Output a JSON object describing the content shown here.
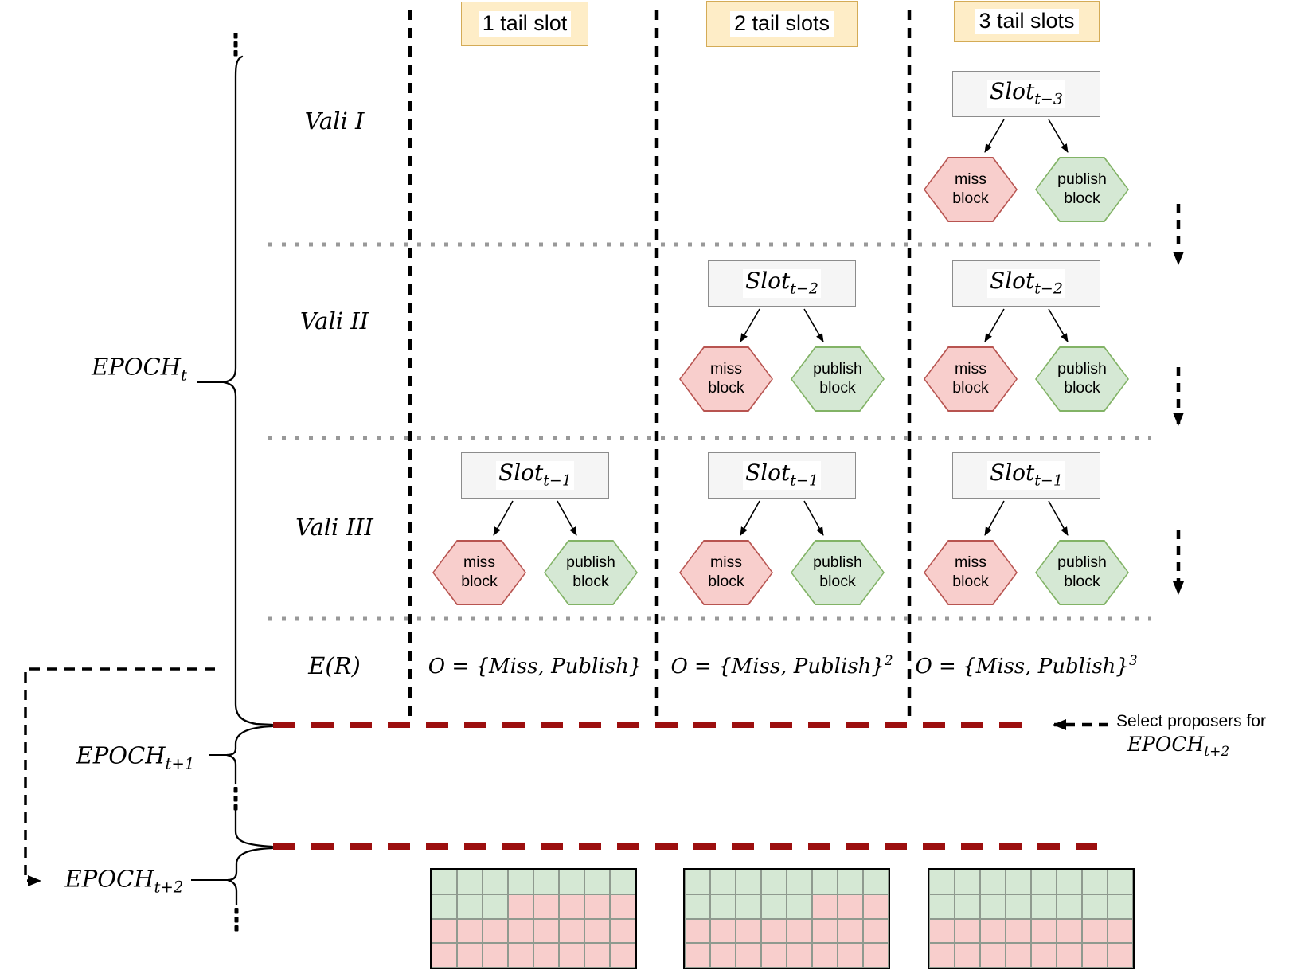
{
  "headers": [
    {
      "label": "1 tail slot"
    },
    {
      "label": "2 tail slots"
    },
    {
      "label": "3 tail slots"
    }
  ],
  "row_labels": [
    "Vali I",
    "Vali II",
    "Vali III",
    "E(R)"
  ],
  "epoch_labels": {
    "t": {
      "base": "EPOCH",
      "sub": "t"
    },
    "t1": {
      "base": "EPOCH",
      "sub": "t+1"
    },
    "t2": {
      "base": "EPOCH",
      "sub": "t+2"
    }
  },
  "slot_groups": [
    {
      "column": "3 tail slots",
      "row": "Vali I",
      "slot_base": "Slot",
      "slot_sub": "t−3",
      "miss_label": "miss block",
      "publish_label": "publish block"
    },
    {
      "column": "2 tail slots",
      "row": "Vali II",
      "slot_base": "Slot",
      "slot_sub": "t−2",
      "miss_label": "miss block",
      "publish_label": "publish block"
    },
    {
      "column": "3 tail slots",
      "row": "Vali II",
      "slot_base": "Slot",
      "slot_sub": "t−2",
      "miss_label": "miss block",
      "publish_label": "publish block"
    },
    {
      "column": "1 tail slot",
      "row": "Vali III",
      "slot_base": "Slot",
      "slot_sub": "t−1",
      "miss_label": "miss block",
      "publish_label": "publish block"
    },
    {
      "column": "2 tail slots",
      "row": "Vali III",
      "slot_base": "Slot",
      "slot_sub": "t−1",
      "miss_label": "miss block",
      "publish_label": "publish block"
    },
    {
      "column": "3 tail slots",
      "row": "Vali III",
      "slot_base": "Slot",
      "slot_sub": "t−1",
      "miss_label": "miss block",
      "publish_label": "publish block"
    }
  ],
  "outcome_formulas": [
    {
      "body": "O = {Miss, Publish}",
      "sup": ""
    },
    {
      "body": "O = {Miss, Publish}",
      "sup": "2"
    },
    {
      "body": "O = {Miss, Publish}",
      "sup": "3"
    }
  ],
  "annotations": {
    "select_line1": "Select proposers for",
    "select_epoch_base": "EPOCH",
    "select_epoch_sub": "t+2"
  },
  "grids": [
    {
      "cells": [
        "GGGGGGGG",
        "GGGPPPPP",
        "PPPPPPPP",
        "PPPPPPPP"
      ]
    },
    {
      "cells": [
        "GGGGGGGG",
        "GGGGGPPP",
        "PPPPPPPP",
        "PPPPPPPP"
      ]
    },
    {
      "cells": [
        "GGGGGGGG",
        "GGGGGGGG",
        "PPPPPPPP",
        "PPPPPPPP"
      ]
    }
  ],
  "colors": {
    "header_fill": "#feedc7",
    "header_border": "#d4ab56",
    "slot_fill": "#f5f5f5",
    "slot_border": "#8c8c8c",
    "miss_fill": "#f8cecc",
    "miss_border": "#b85450",
    "publish_fill": "#d5e8d4",
    "publish_border": "#82b366",
    "epoch_boundary_red": "#9c0f0f",
    "separator_gray": "#999999"
  }
}
